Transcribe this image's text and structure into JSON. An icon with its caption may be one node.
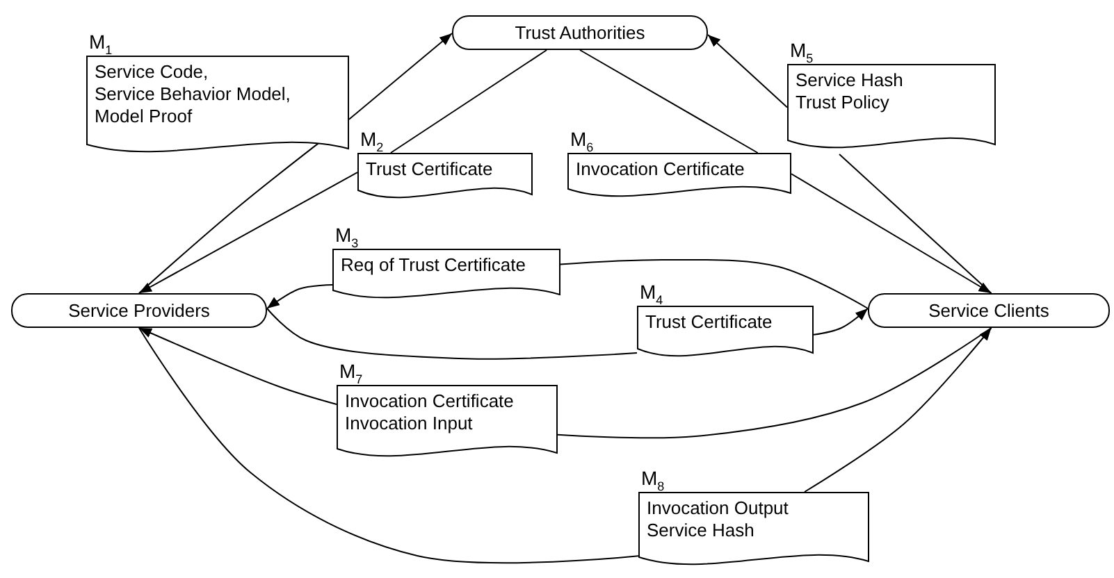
{
  "diagram": {
    "nodes": [
      {
        "text": [
          "Trust Authorities"
        ]
      },
      {
        "text": [
          "Service Providers"
        ]
      },
      {
        "text": [
          "Service Clients"
        ]
      },
      {
        "text": [
          "Service Code,",
          "Service Behavior Model,",
          "Model Proof"
        ],
        "beside": [
          "M$_{1}$"
        ]
      },
      {
        "text": [
          "Trust Certificate"
        ],
        "beside": [
          "M$_{2}$"
        ]
      },
      {
        "text": [
          "Req of Trust Certificate"
        ],
        "beside": [
          "M$_{3}$"
        ]
      },
      {
        "text": [
          "Trust Certificate"
        ],
        "beside": [
          "M$_{4}$"
        ]
      },
      {
        "text": [
          "Service Hash",
          "Trust Policy"
        ],
        "beside": [
          "M$_{5}$"
        ]
      },
      {
        "text": [
          "Invocation Certificate"
        ],
        "beside": [
          "M$_{6}$"
        ]
      },
      {
        "text": [
          "Invocation Certificate",
          "Invocation Input"
        ],
        "beside": [
          "M$_{7}$"
        ]
      },
      {
        "text": [
          "Invocation Output",
          "Service Hash"
        ],
        "beside": [
          "M$_{8}$"
        ]
      }
    ],
    "edges": [
      {
        "from": 1,
        "to": 3,
        "arrow": "none"
      },
      {
        "from": 3,
        "to": 0,
        "arrow": "to"
      },
      {
        "from": 0,
        "to": 4,
        "arrow": "none"
      },
      {
        "from": 4,
        "to": 1,
        "arrow": "to"
      },
      {
        "from": 2,
        "to": 5,
        "arrow": "none"
      },
      {
        "from": 5,
        "to": 1,
        "arrow": "to"
      },
      {
        "from": 1,
        "to": 6,
        "arrow": "none"
      },
      {
        "from": 6,
        "to": 2,
        "arrow": "to"
      },
      {
        "from": 2,
        "to": 7,
        "arrow": "none"
      },
      {
        "from": 7,
        "to": 0,
        "arrow": "to"
      },
      {
        "from": 0,
        "to": 8,
        "arrow": "none"
      },
      {
        "from": 8,
        "to": 2,
        "arrow": "to"
      },
      {
        "from": 2,
        "to": 9,
        "arrow": "none"
      },
      {
        "from": 9,
        "to": 1,
        "arrow": "to"
      },
      {
        "from": 1,
        "to": 10,
        "arrow": "none"
      },
      {
        "from": 10,
        "to": 2,
        "arrow": "to"
      }
    ]
  }
}
